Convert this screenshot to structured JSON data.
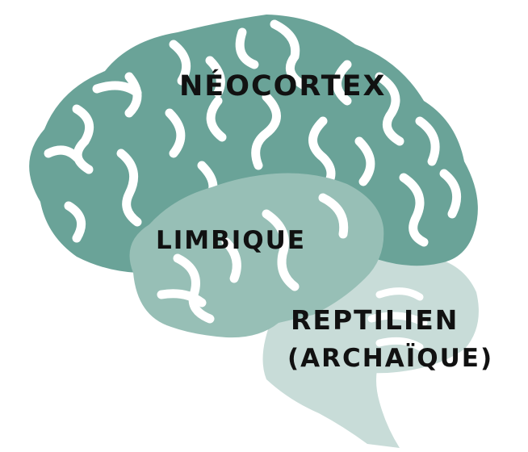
{
  "diagram": {
    "labels": {
      "neocortex": "NÉOCORTEX",
      "limbic": "LIMBIQUE",
      "reptilian_line1": "REPTILIEN",
      "reptilian_line2": "(ARCHAÏQUE)"
    },
    "colors": {
      "neocortex": "#6aa398",
      "limbic": "#97bfb6",
      "reptilian": "#c8dcd8",
      "background": "#ffffff",
      "sulci": "#ffffff",
      "text": "#111111"
    }
  }
}
